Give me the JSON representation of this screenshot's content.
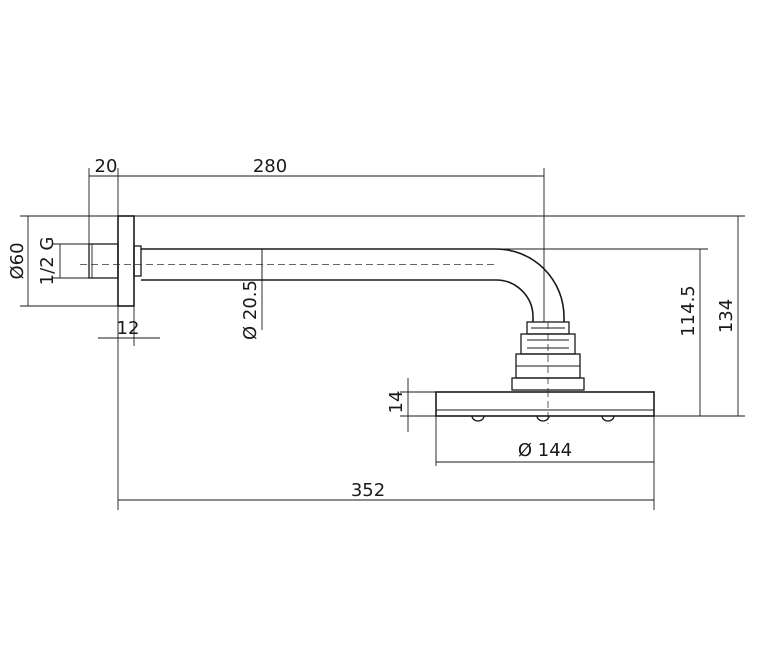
{
  "dimensions": {
    "flange_thickness": "20",
    "arm_length": "280",
    "flange_diameter": "Ø60",
    "thread": "1/2 G",
    "pipe_diameter": "Ø 20.5",
    "collar": "12",
    "head_thickness": "14",
    "head_diameter": "Ø 144",
    "total_length": "352",
    "drop_to_head": "114.5",
    "total_height": "134"
  }
}
